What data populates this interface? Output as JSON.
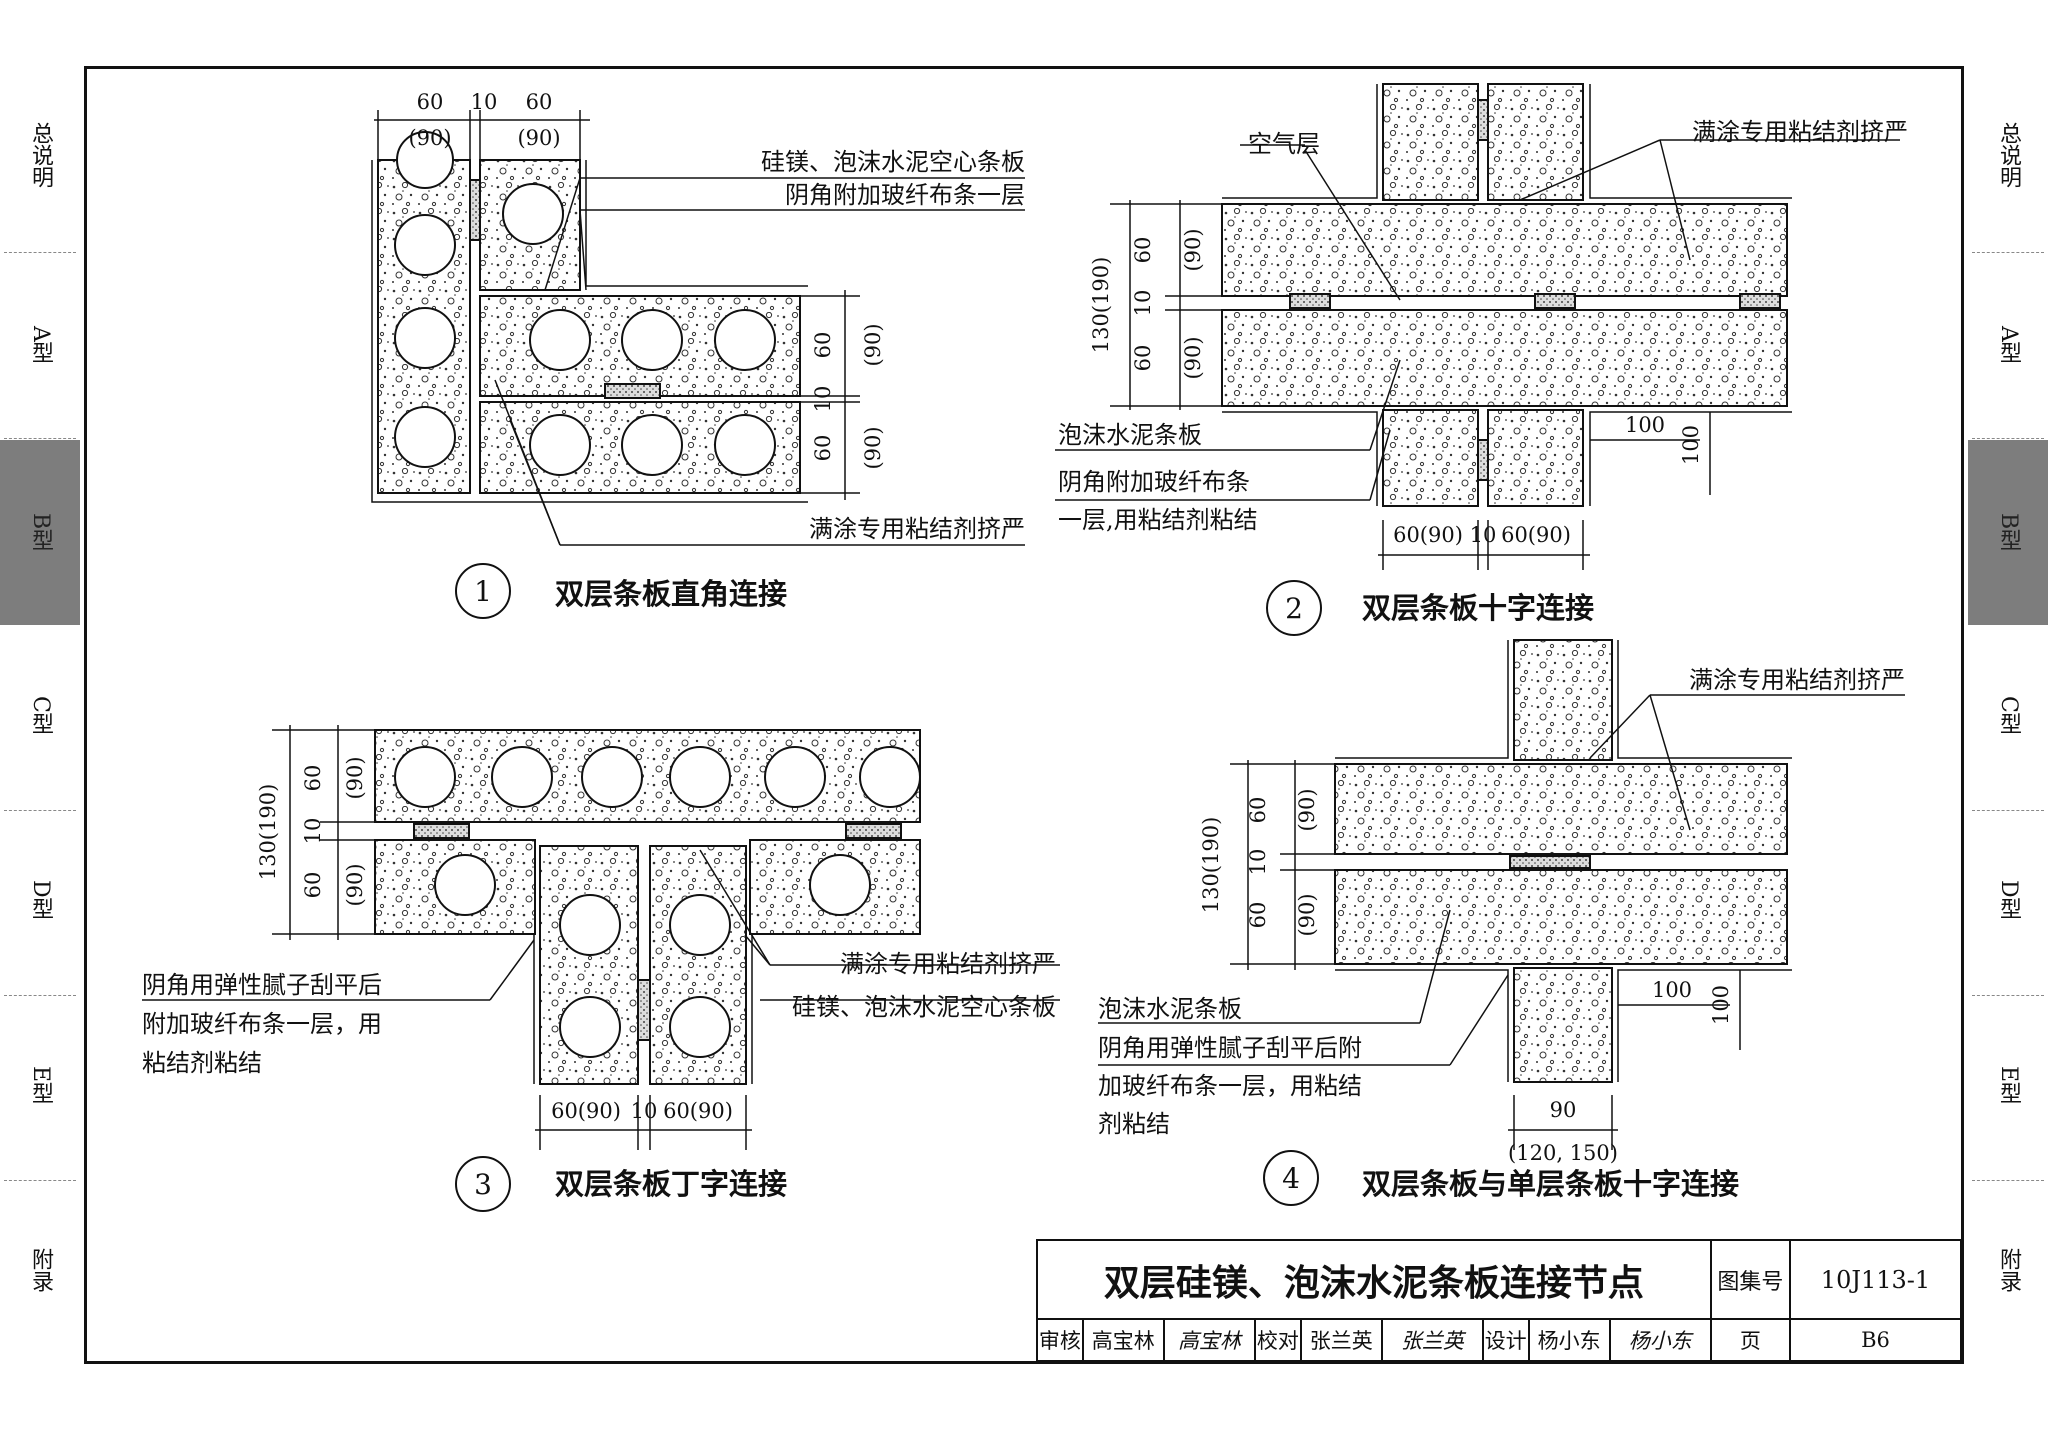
{
  "nav_left": [
    {
      "label": "总说明",
      "active": false
    },
    {
      "label": "A型",
      "active": false
    },
    {
      "label": "B型",
      "active": true
    },
    {
      "label": "C型",
      "active": false
    },
    {
      "label": "D型",
      "active": false
    },
    {
      "label": "E型",
      "active": false
    },
    {
      "label": "附录",
      "active": false
    }
  ],
  "nav_right": [
    {
      "label": "总说明",
      "active": false
    },
    {
      "label": "A型",
      "active": false
    },
    {
      "label": "B型",
      "active": true
    },
    {
      "label": "C型",
      "active": false
    },
    {
      "label": "D型",
      "active": false
    },
    {
      "label": "E型",
      "active": false
    },
    {
      "label": "附录",
      "active": false
    }
  ],
  "detail1": {
    "num": "1",
    "title": "双层条板直角连接",
    "dims": [
      "60",
      "10",
      "60",
      "(90)",
      "(90)",
      "60",
      "(90)",
      "10",
      "60",
      "(90)"
    ],
    "labels": [
      "硅镁、泡沫水泥空心条板",
      "阴角附加玻纤布条一层",
      "满涂专用粘结剂挤严"
    ]
  },
  "detail2": {
    "num": "2",
    "title": "双层条板十字连接",
    "dims": [
      "130(190)",
      "60",
      "(90)",
      "10",
      "60",
      "(90)",
      "100",
      "100",
      "60(90)",
      "10",
      "60(90)"
    ],
    "labels": [
      "空气层",
      "满涂专用粘结剂挤严",
      "泡沫水泥条板",
      "阴角附加玻纤布条",
      "一层,用粘结剂粘结"
    ]
  },
  "detail3": {
    "num": "3",
    "title": "双层条板丁字连接",
    "dims": [
      "130(190)",
      "60",
      "(90)",
      "10",
      "60",
      "(90)",
      "60(90)",
      "10",
      "60(90)"
    ],
    "labels": [
      "阴角用弹性腻子刮平后",
      "附加玻纤布条一层，用",
      "粘结剂粘结",
      "满涂专用粘结剂挤严",
      "硅镁、泡沫水泥空心条板"
    ]
  },
  "detail4": {
    "num": "4",
    "title": "双层条板与单层条板十字连接",
    "dims": [
      "130(190)",
      "60",
      "(90)",
      "10",
      "60",
      "(90)",
      "100",
      "100",
      "90",
      "(120, 150)"
    ],
    "labels": [
      "满涂专用粘结剂挤严",
      "泡沫水泥条板",
      "阴角用弹性腻子刮平后附",
      "加玻纤布条一层，用粘结",
      "剂粘结"
    ]
  },
  "title_block": {
    "title": "双层硅镁、泡沫水泥条板连接节点",
    "atlas_label": "图集号",
    "atlas_no": "10J113-1",
    "reviewer_label": "审核",
    "reviewer": "高宝林",
    "reviewer_sig": "高宝林",
    "checker_label": "校对",
    "checker": "张兰英",
    "checker_sig": "张兰英",
    "designer_label": "设计",
    "designer": "杨小东",
    "designer_sig": "杨小东",
    "page_label": "页",
    "page_no": "B6"
  }
}
